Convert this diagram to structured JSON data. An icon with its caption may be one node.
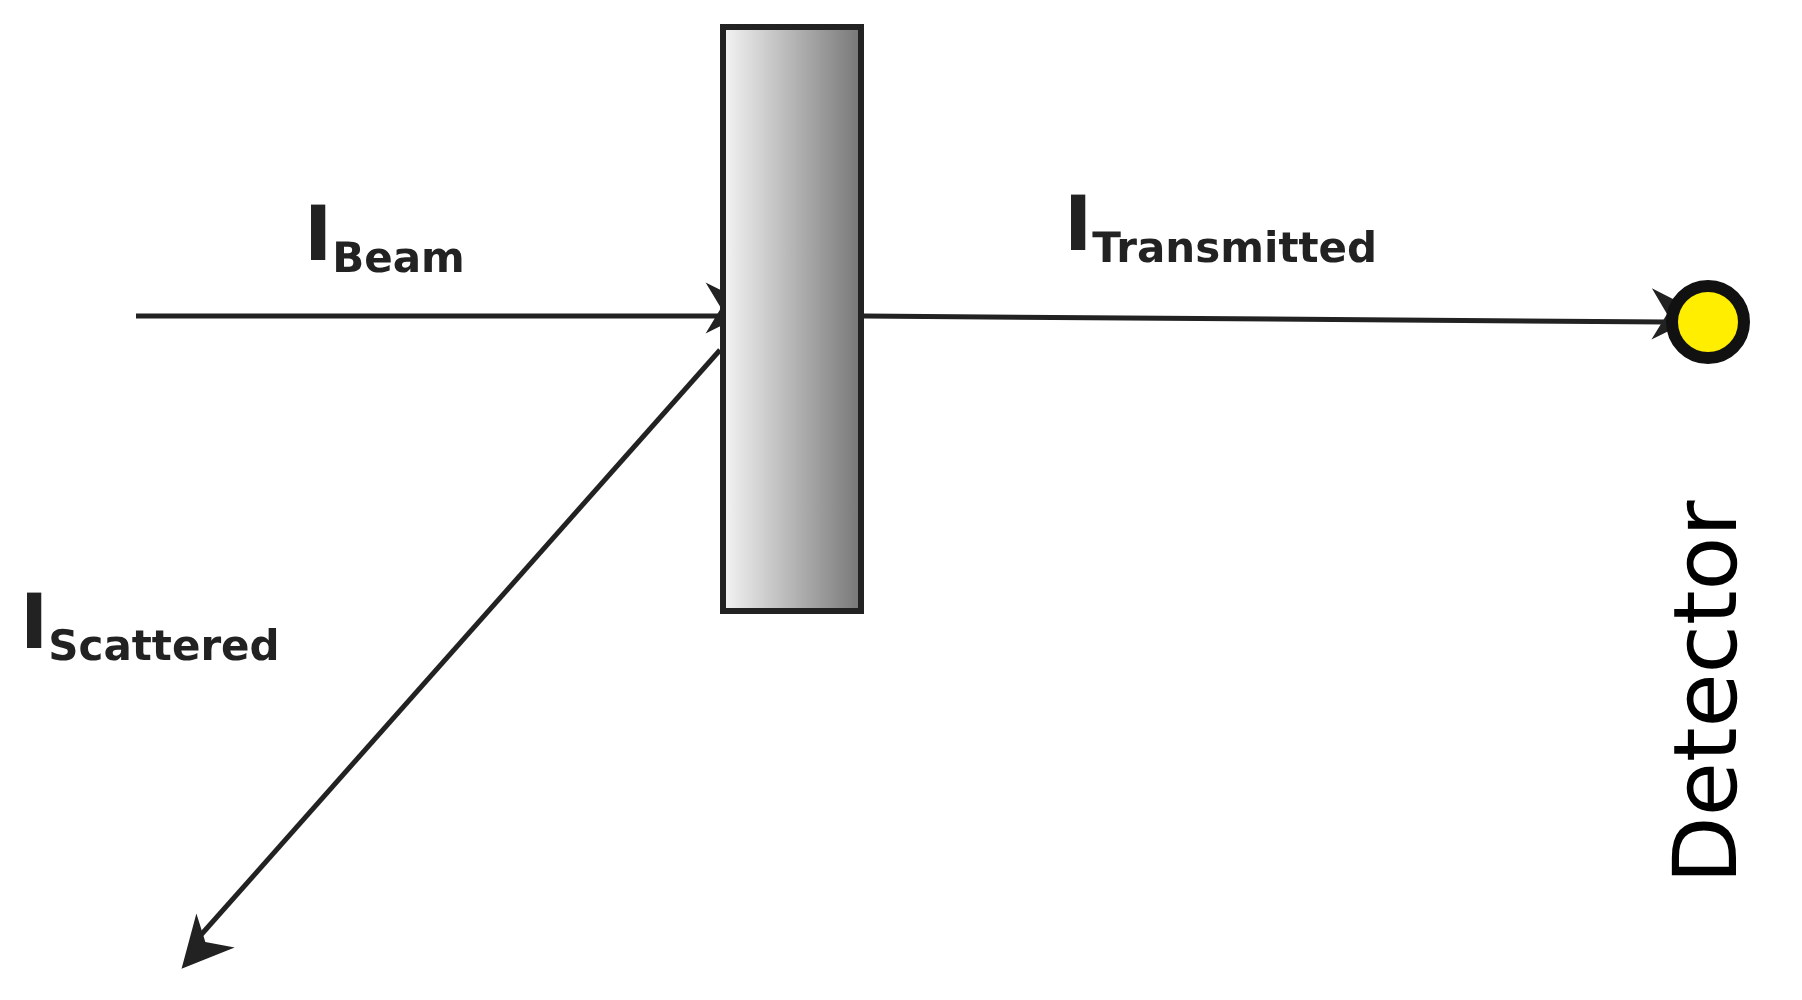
{
  "diagram": {
    "nodes": [
      {
        "text": [],
        "shape": "box"
      },
      {
        "text": [],
        "shape": "circle",
        "beside": [
          "Detector"
        ]
      }
    ],
    "edges": [
      {
        "from": null,
        "to": 0,
        "arrow": "to",
        "label": "I$_{Beam}$"
      },
      {
        "from": 0,
        "to": 1,
        "arrow": "to",
        "label": "I$_{Transmitted}$"
      },
      {
        "from": 0,
        "to": null,
        "arrow": "to",
        "label": "I$_{Scattered}$"
      }
    ]
  }
}
